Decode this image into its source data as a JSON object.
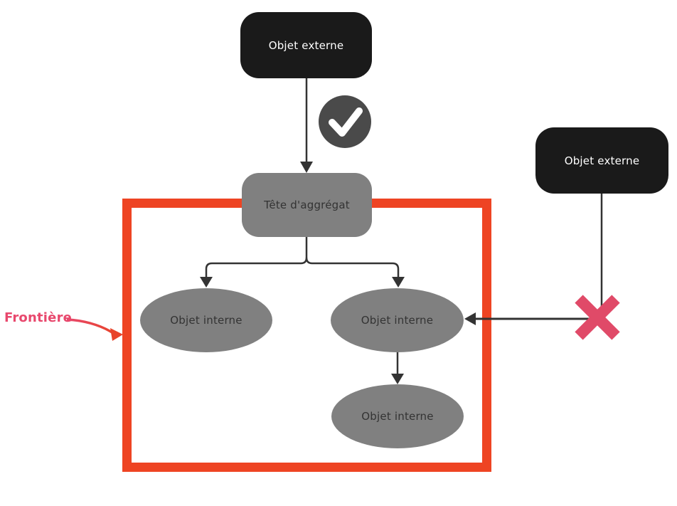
{
  "diagram": {
    "nodes": {
      "external_top": {
        "label": "Objet externe"
      },
      "external_right": {
        "label": "Objet externe"
      },
      "aggregate_head": {
        "label": "Tête d'aggrégat"
      },
      "internal_left": {
        "label": "Objet interne"
      },
      "internal_middle": {
        "label": "Objet interne"
      },
      "internal_bottom": {
        "label": "Objet interne"
      }
    },
    "boundary_label": "Frontière",
    "icons": {
      "allowed": "check-icon",
      "forbidden": "x-icon"
    },
    "colors": {
      "canvas_bg": "#ffffff",
      "external_node_bg": "#1a1a1a",
      "external_node_text": "#ffffff",
      "internal_node_bg": "#808080",
      "internal_node_text": "#333333",
      "connector": "#333333",
      "boundary_border": "#ee4423",
      "forbidden_x": "#e04a68",
      "boundary_label_text": "#e8486d",
      "check_circle_bg": "#4a4a4a",
      "check_mark": "#ffffff"
    }
  }
}
